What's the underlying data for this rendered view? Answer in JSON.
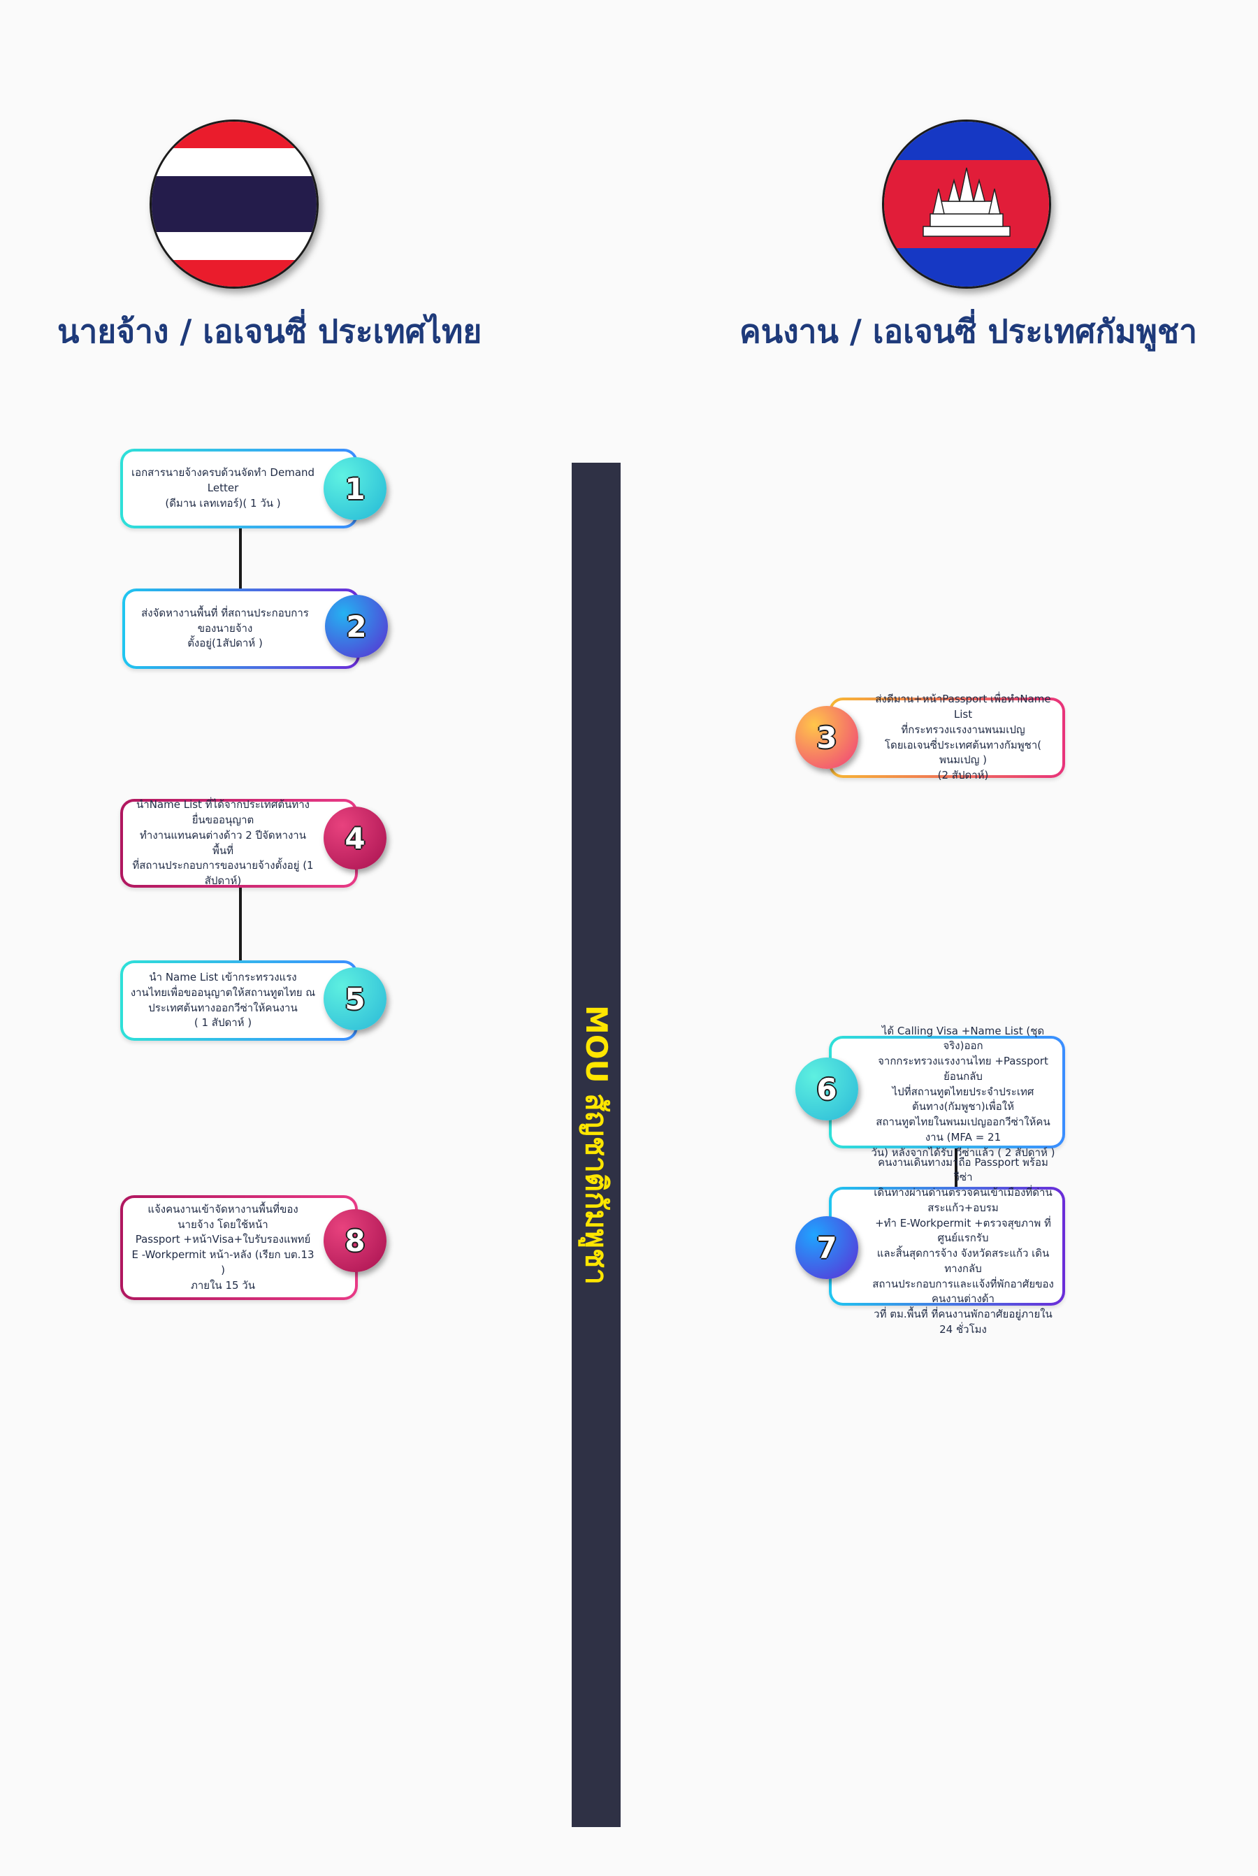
{
  "headings": {
    "left": "นายจ้าง / เอเจนซี่ ประเทศไทย",
    "right": "คนงาน / เอเจนซี่ ประเทศกัมพูชา"
  },
  "center_label": "MOU สัญชาติกัมพูชา",
  "colors": {
    "heading": "#1e3a7a",
    "center_bar": "#2f3145",
    "center_label": "#ffe600",
    "thai_red": "#ea1c2c",
    "thai_blue": "#241c4b",
    "cambodia_blue": "#1638c4",
    "cambodia_red": "#e11d39"
  },
  "flags": {
    "left_icon": "thailand-flag-icon",
    "right_icon": "cambodia-flag-icon"
  },
  "steps": [
    {
      "number": "1",
      "side": "left",
      "theme": "teal",
      "text": "เอกสารนายจ้างครบด้วนจัดทำ Demand  Letter\n(ดีมาน เลทเทอร์)( 1 วัน )"
    },
    {
      "number": "2",
      "side": "left",
      "theme": "blue",
      "text": "ส่งจัดหางานพื้นที่ ที่สถานประกอบการของนายจ้าง\nตั้งอยู่(1สัปดาห์ )"
    },
    {
      "number": "3",
      "side": "right",
      "theme": "orange",
      "text": "ส่งดีมาน+หน้าPassport เพื่อทำName List\nที่กระทรวงแรงงานพนมเปญ\nโดยเอเจนซี่ประเทศต้นทางกัมพูชา( พนมเปญ )\n(2 สัปดาห์)"
    },
    {
      "number": "4",
      "side": "left",
      "theme": "magenta",
      "text": "นำName List ที่ได้จากประเทศต้นทางยื่นขออนุญาต\nทำงานแทนคนต่างด้าว 2 ปีจัดหางานพื้นที่\nที่สถานประกอบการของนายจ้างตั้งอยู่ (1 สัปดาห์)"
    },
    {
      "number": "5",
      "side": "left",
      "theme": "teal",
      "text": "นำ Name List เข้ากระทรวงแรง\nงานไทยเพื่อขออนุญาตให้สถานทูตไทย ณ\nประเทศต้นทางออกวีซ่าให้คนงาน\n( 1 สัปดาห์ )"
    },
    {
      "number": "6",
      "side": "right",
      "theme": "cyan",
      "text": "ได้ Calling Visa +Name List (ชุดจริง)ออก\nจากกระทรวงแรงงานไทย +Passport  ย้อนกลับ\nไปที่สถานทูตไทยประจำประเทศต้นทาง(กัมพูชา)เพื่อให้\nสถานทูตไทยในพนมเปญออกวีซ่าให้คนงาน (MFA = 21\nวัน) หลังจากได้รับ   วีซ่าแล้ว ( 2 สัปดาห์ )"
    },
    {
      "number": "7",
      "side": "right",
      "theme": "purple",
      "text": "คนงานเดินทางมาถือ Passport พร้อมวีซ่า\nเดินทางผ่านด่านตรวจคนเข้าเมืองที่ด่านสระแก้ว+อบรม\n+ทำ E-Workpermit +ตรวจสุขภาพ ที่ศูนย์แรกรับ\nและสิ้นสุดการจ้าง จังหวัดสระแก้ว เดินทางกลับ\nสถานประกอบการและแจ้งที่พักอาศัยของคนงานต่างด้า\nวที่ ตม.พื้นที่ ที่คนงานพักอาศัยอยู่ภายใน 24 ชั่วโมง"
    },
    {
      "number": "8",
      "side": "left",
      "theme": "magenta",
      "text": "แจ้งคนงานเข้าจัดหางานพื้นที่ของนายจ้าง โดยใช้หน้า\nPassport +หน้าVisa+ใบรับรองแพทย์\nE -Workpermit หน้า-หลัง     (เรียก  บต.13 )\nภายใน 15 วัน"
    }
  ]
}
